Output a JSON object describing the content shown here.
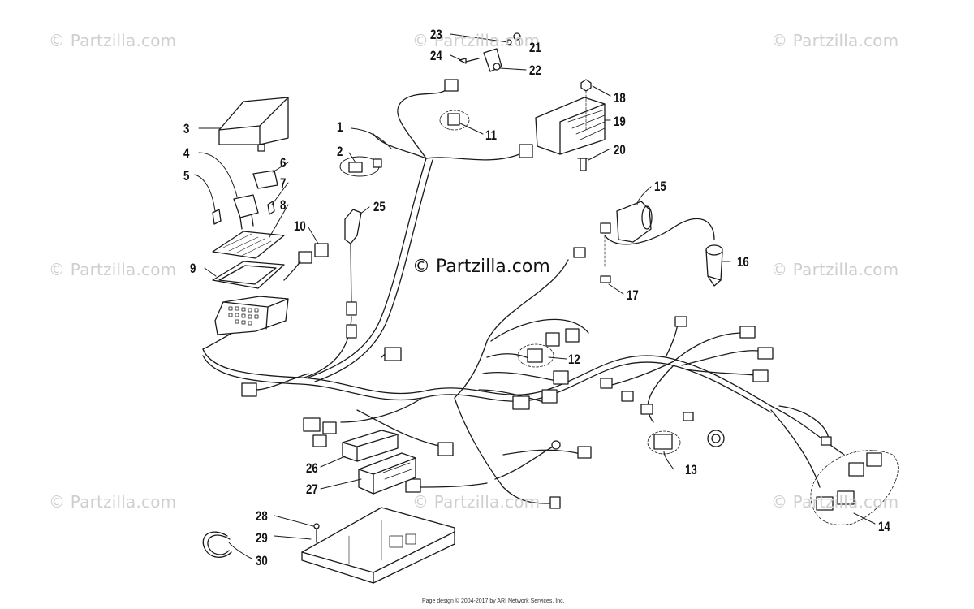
{
  "watermark": {
    "text": "© Partzilla.com",
    "center_text": "© Partzilla.com"
  },
  "callouts": [
    "1",
    "2",
    "3",
    "4",
    "5",
    "6",
    "7",
    "8",
    "9",
    "10",
    "11",
    "12",
    "13",
    "14",
    "15",
    "16",
    "17",
    "18",
    "19",
    "20",
    "21",
    "22",
    "23",
    "24",
    "25",
    "26",
    "27",
    "28",
    "29",
    "30"
  ],
  "footer": {
    "text": "Page design © 2004-2017 by ARI Network Services, Inc."
  }
}
